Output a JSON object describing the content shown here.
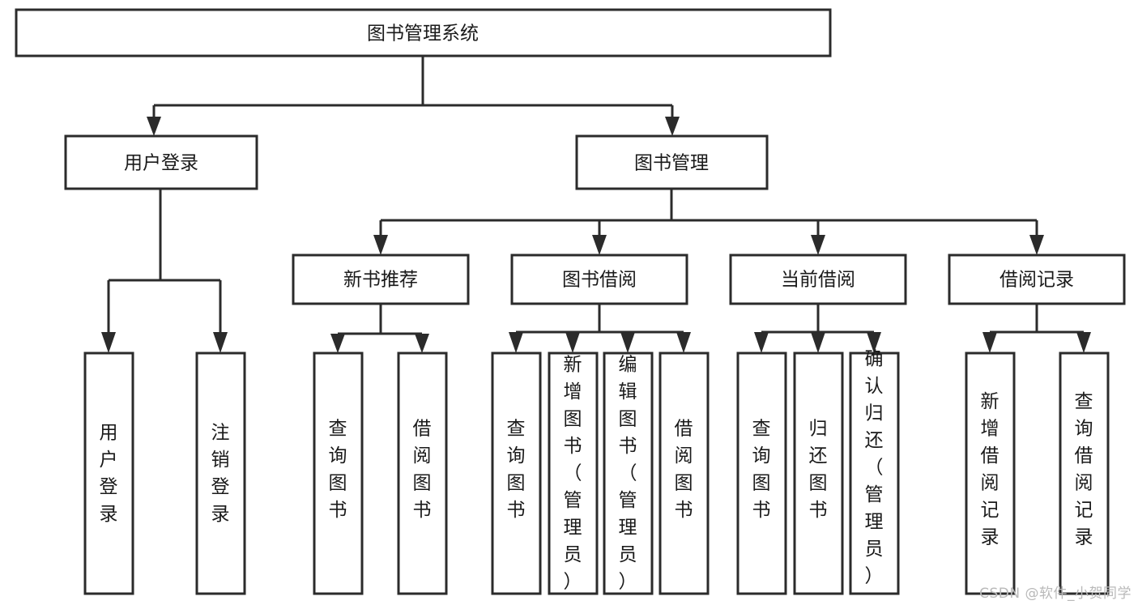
{
  "diagram": {
    "title": "图书管理系统",
    "type": "hierarchy-tree",
    "colors": {
      "box_stroke": "#2b2b2b",
      "box_fill": "#ffffff",
      "text": "#1a1a1a",
      "watermark": "#b9b9b9",
      "background": "#ffffff"
    },
    "root": {
      "label": "图书管理系统"
    },
    "level2": [
      {
        "label": "用户登录"
      },
      {
        "label": "图书管理"
      }
    ],
    "level3": [
      {
        "label": "新书推荐"
      },
      {
        "label": "图书借阅"
      },
      {
        "label": "当前借阅"
      },
      {
        "label": "借阅记录"
      }
    ],
    "leaves": {
      "user_login": [
        {
          "label": "用户登录"
        },
        {
          "label": "注销登录"
        }
      ],
      "new_book_recommend": [
        {
          "label": "查询图书"
        },
        {
          "label": "借阅图书"
        }
      ],
      "book_borrow": [
        {
          "label": "查询图书"
        },
        {
          "label": "新增图书（管理员）"
        },
        {
          "label": "编辑图书（管理员）"
        },
        {
          "label": "借阅图书"
        }
      ],
      "current_borrow": [
        {
          "label": "查询图书"
        },
        {
          "label": "归还图书"
        },
        {
          "label": "确认归还（管理员）"
        }
      ],
      "borrow_record": [
        {
          "label": "新增借阅记录"
        },
        {
          "label": "查询借阅记录"
        }
      ]
    }
  },
  "watermark": {
    "text": "CSDN @软件_小贺同学"
  }
}
